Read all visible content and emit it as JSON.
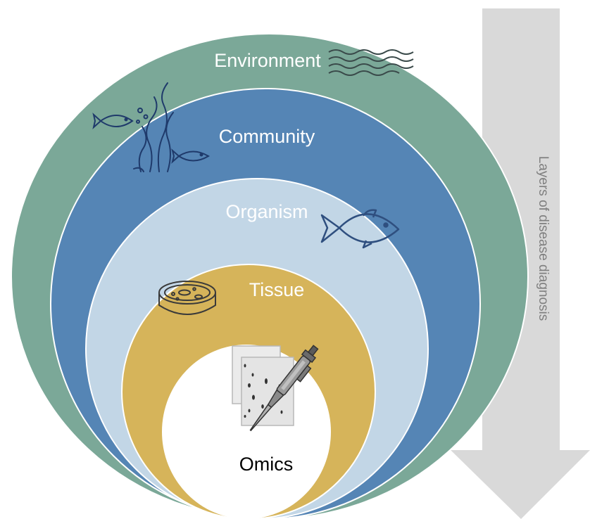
{
  "diagram": {
    "layers": [
      {
        "key": "environment",
        "label": "Environment",
        "color": "#7ba898",
        "text_color": "#ffffff"
      },
      {
        "key": "community",
        "label": "Community",
        "color": "#5585b5",
        "text_color": "#ffffff"
      },
      {
        "key": "organism",
        "label": "Organism",
        "color": "#c2d6e6",
        "text_color": "#ffffff"
      },
      {
        "key": "tissue",
        "label": "Tissue",
        "color": "#d6b45a",
        "text_color": "#ffffff"
      },
      {
        "key": "omics",
        "label": "Omics",
        "color": "#ffffff",
        "text_color": "#000000"
      }
    ],
    "arrow": {
      "label": "Layers of disease diagnosis",
      "color": "#d9d9d9",
      "text_color": "#7f7f7f"
    },
    "icons": [
      "waves-icon",
      "seaweed-fish-icon",
      "fish-icon",
      "petri-dish-icon",
      "gel-plates-icon",
      "pipette-icon"
    ],
    "icon_color": "#2f4f7f"
  }
}
